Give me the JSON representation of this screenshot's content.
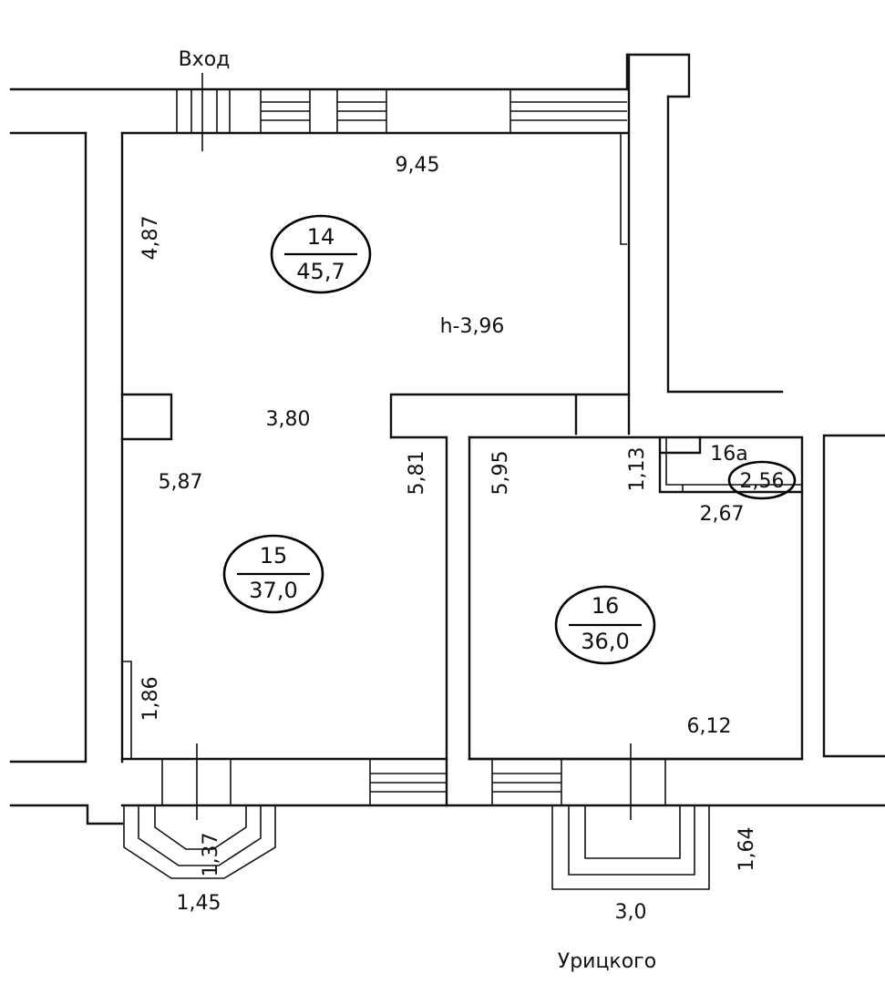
{
  "labels": {
    "entrance": "Вход",
    "street": "Урицкого",
    "ceiling_height": "h-3,96"
  },
  "rooms": [
    {
      "number": "14",
      "area": "45,7"
    },
    {
      "number": "15",
      "area": "37,0"
    },
    {
      "number": "16",
      "area": "36,0"
    },
    {
      "number": "16а",
      "area": "2,56"
    }
  ],
  "dimensions": {
    "d945": "9,45",
    "d487": "4,87",
    "d380": "3,80",
    "d587": "5,87",
    "d581": "5,81",
    "d595": "5,95",
    "d113": "1,13",
    "d267": "2,67",
    "d186": "1,86",
    "d612": "6,12",
    "d137": "1,37",
    "d145": "1,45",
    "d30": "3,0",
    "d164": "1,64"
  }
}
